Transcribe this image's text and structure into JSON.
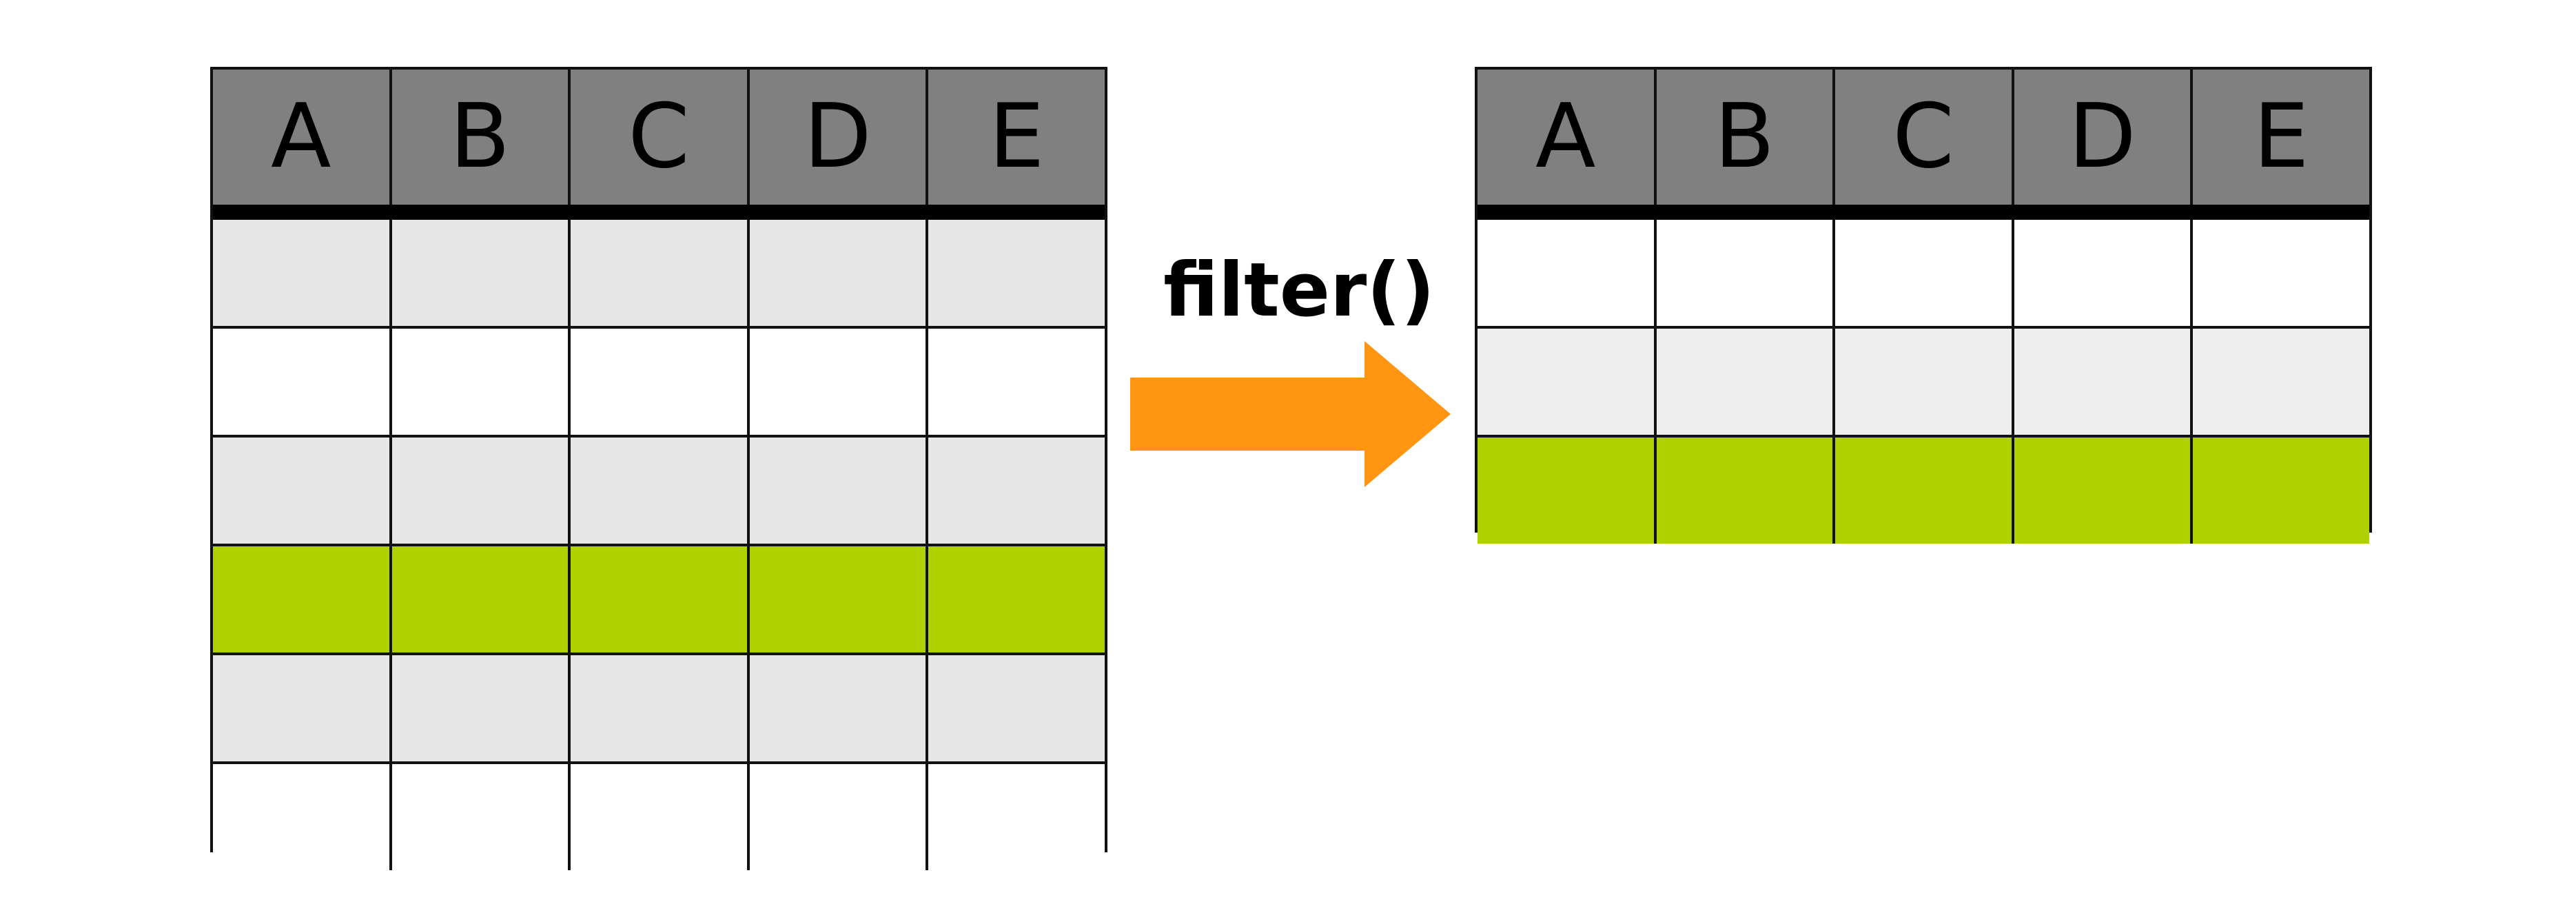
{
  "colors": {
    "header_bg": "#808080",
    "row_gray": "#e6e6e6",
    "row_light_gray": "#eeeeee",
    "row_white": "#ffffff",
    "row_highlight": "#afd100",
    "arrow": "#ff9510",
    "border": "#111111"
  },
  "operation": {
    "label": "filter()",
    "arrow_icon": "right-arrow-icon"
  },
  "source_table": {
    "columns": [
      "A",
      "B",
      "C",
      "D",
      "E"
    ],
    "rows": [
      {
        "fill": "gray"
      },
      {
        "fill": "white"
      },
      {
        "fill": "gray"
      },
      {
        "fill": "highlight"
      },
      {
        "fill": "gray"
      },
      {
        "fill": "white"
      }
    ]
  },
  "result_table": {
    "columns": [
      "A",
      "B",
      "C",
      "D",
      "E"
    ],
    "rows": [
      {
        "fill": "white"
      },
      {
        "fill": "light-gray"
      },
      {
        "fill": "highlight"
      }
    ]
  }
}
